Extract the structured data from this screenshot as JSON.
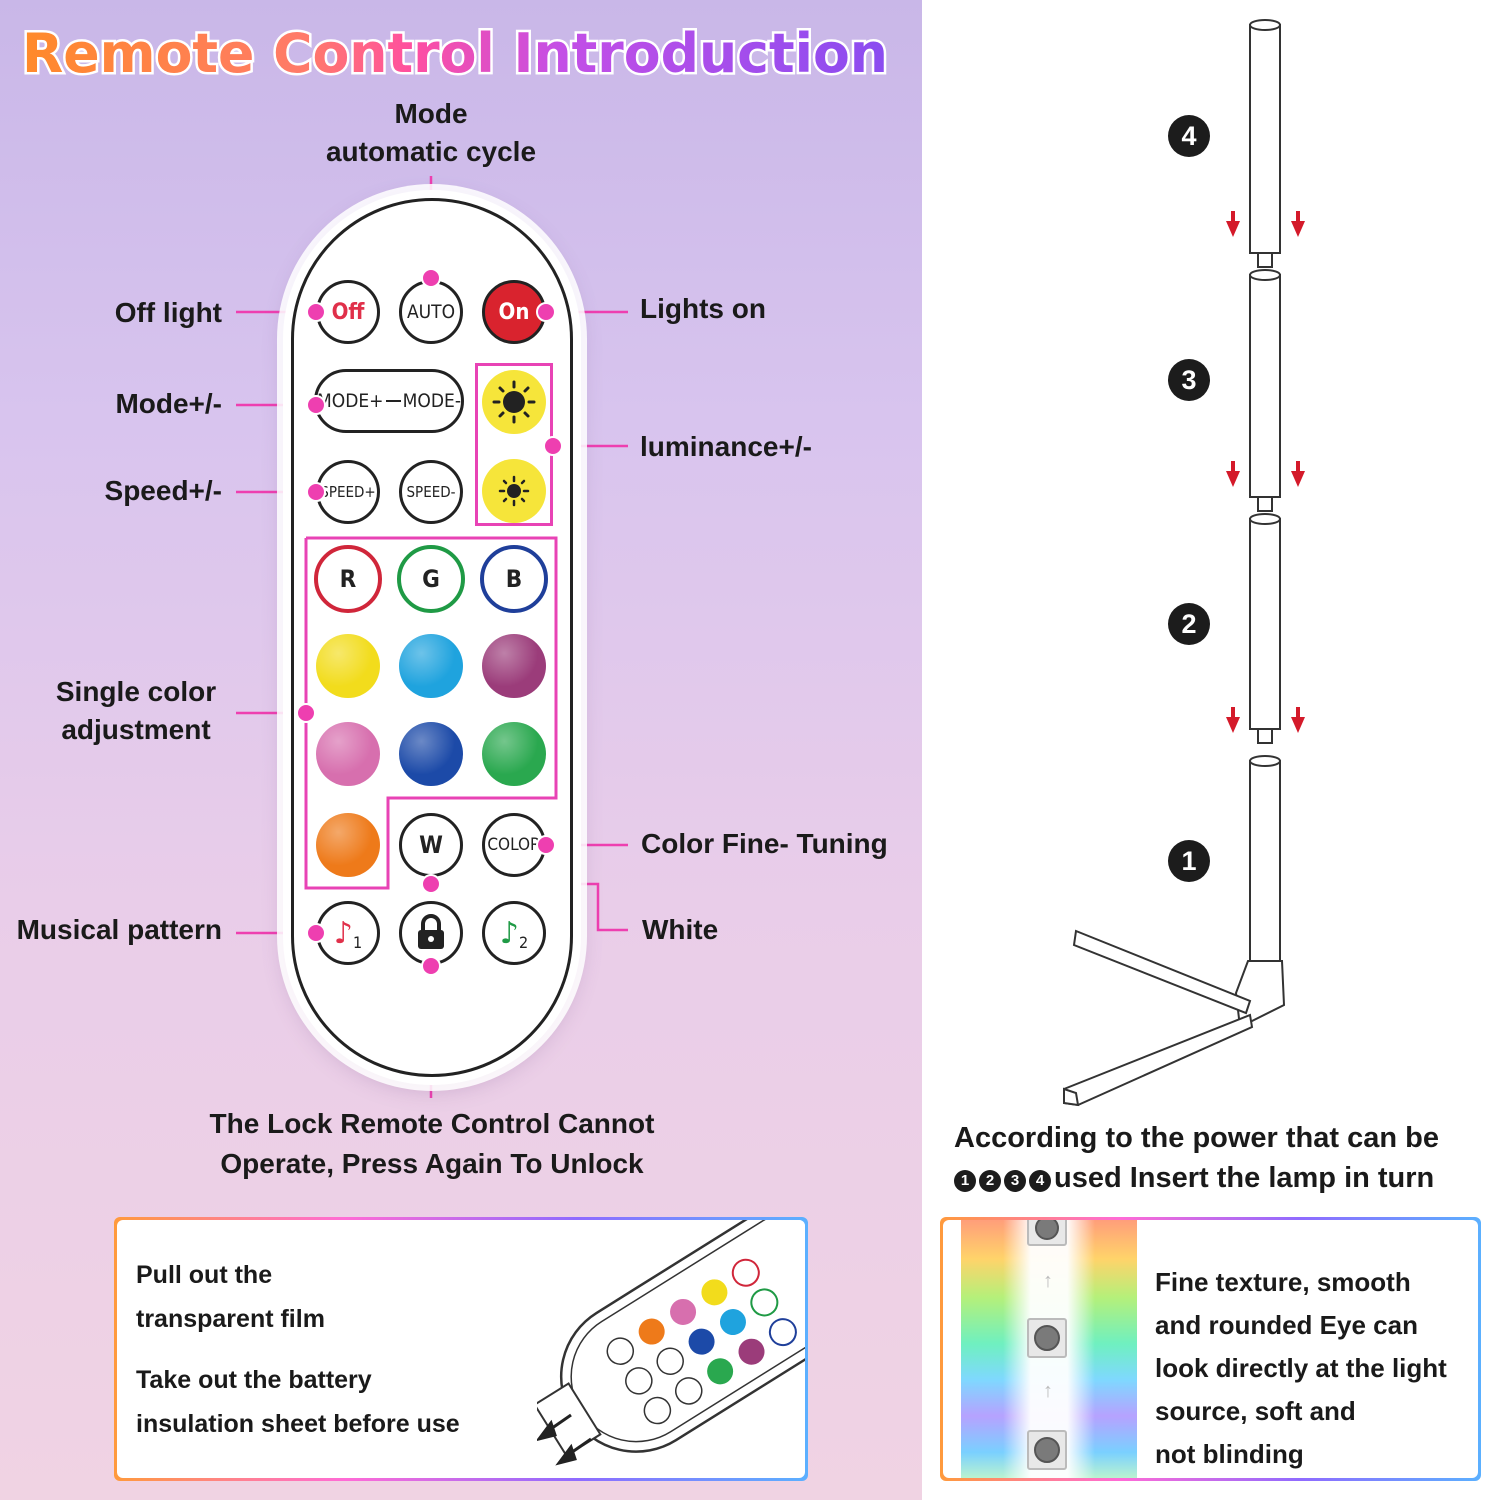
{
  "title": "Remote Control Introduction",
  "callouts": {
    "mode_cycle": "Mode\nautomatic cycle",
    "off_light": "Off light",
    "lights_on": "Lights on",
    "mode": "Mode+/-",
    "speed": "Speed+/-",
    "luminance": "luminance+/-",
    "single_color": "Single color\nadjustment",
    "color_fine": "Color Fine- Tuning",
    "white": "White",
    "musical": "Musical pattern",
    "lock": "The Lock Remote Control Cannot\nOperate, Press Again To Unlock"
  },
  "remote": {
    "off": "Off",
    "auto": "AUTO",
    "on": "On",
    "mode_plus": "MODE+",
    "mode_minus": "MODE-",
    "speed_plus": "SPEED+",
    "speed_minus": "SPEED-",
    "r": "R",
    "g": "G",
    "b": "B",
    "w": "W",
    "color": "COLOR",
    "music1_sub": "1",
    "music2_sub": "2",
    "colors": [
      "#f2dc1c",
      "#1fa3de",
      "#9b3c7a",
      "#d76fae",
      "#1c4aa8",
      "#2aa84f",
      "#ee7a1a"
    ]
  },
  "lamp_steps": [
    "4",
    "3",
    "2",
    "1"
  ],
  "install_caption": {
    "line1": "According to the power that can be",
    "steps": [
      "1",
      "2",
      "3",
      "4"
    ],
    "line2": "used Insert the lamp in turn"
  },
  "battery_card": {
    "line1": "Pull out the",
    "line2": "transparent film",
    "line3": "Take out the battery",
    "line4": "insulation sheet before use"
  },
  "texture_card": {
    "line1": "Fine texture, smooth",
    "line2": "and rounded Eye can",
    "line3": "look directly at the light",
    "line4": "source, soft and",
    "line5": "not blinding"
  },
  "accent_color": "#ee3fb0"
}
